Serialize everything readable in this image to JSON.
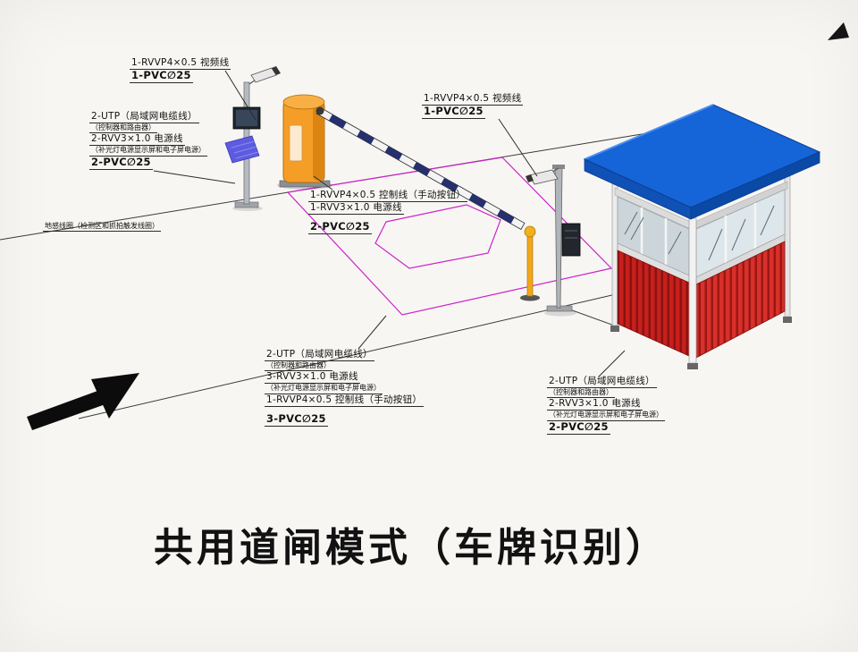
{
  "title": "共用道闸模式（车牌识别）",
  "labels": {
    "cam1": [
      "1-RVVP4×0.5 视频线",
      "1-PVC∅25"
    ],
    "pole1": [
      "2-UTP（局域网电缆线）",
      "（控制器和路由器）",
      "2-RVV3×1.0 电源线",
      "（补光灯电源显示屏和电子屏电源）",
      "2-PVC∅25"
    ],
    "loop": "地感线圈（检测区和抓拍触发线圈）",
    "barrier": [
      "1-RVVP4×0.5 控制线（手动按钮）",
      "1-RVV3×1.0 电源线",
      "2-PVC∅25"
    ],
    "cam2": [
      "1-RVVP4×0.5 视频线",
      "1-PVC∅25"
    ],
    "trunk": [
      "2-UTP（局域网电缆线）",
      "（控制器和路由器）",
      "3-RVV3×1.0 电源线",
      "（补光灯电源显示屏和电子屏电源）",
      "1-RVVP4×0.5 控制线（手动按钮）",
      "3-PVC∅25"
    ],
    "booth": [
      "2-UTP（局域网电缆线）",
      "（控制器和路由器）",
      "2-RVV3×1.0 电源线",
      "（补光灯电源显示屏和电子屏电源）",
      "2-PVC∅25"
    ]
  },
  "colors": {
    "roof_blue": "#1565d8",
    "wall_red": "#c5201d",
    "barrier_orange": "#f59e27",
    "detection_zone_magenta": "#cc22cc",
    "ink": "#111111"
  }
}
